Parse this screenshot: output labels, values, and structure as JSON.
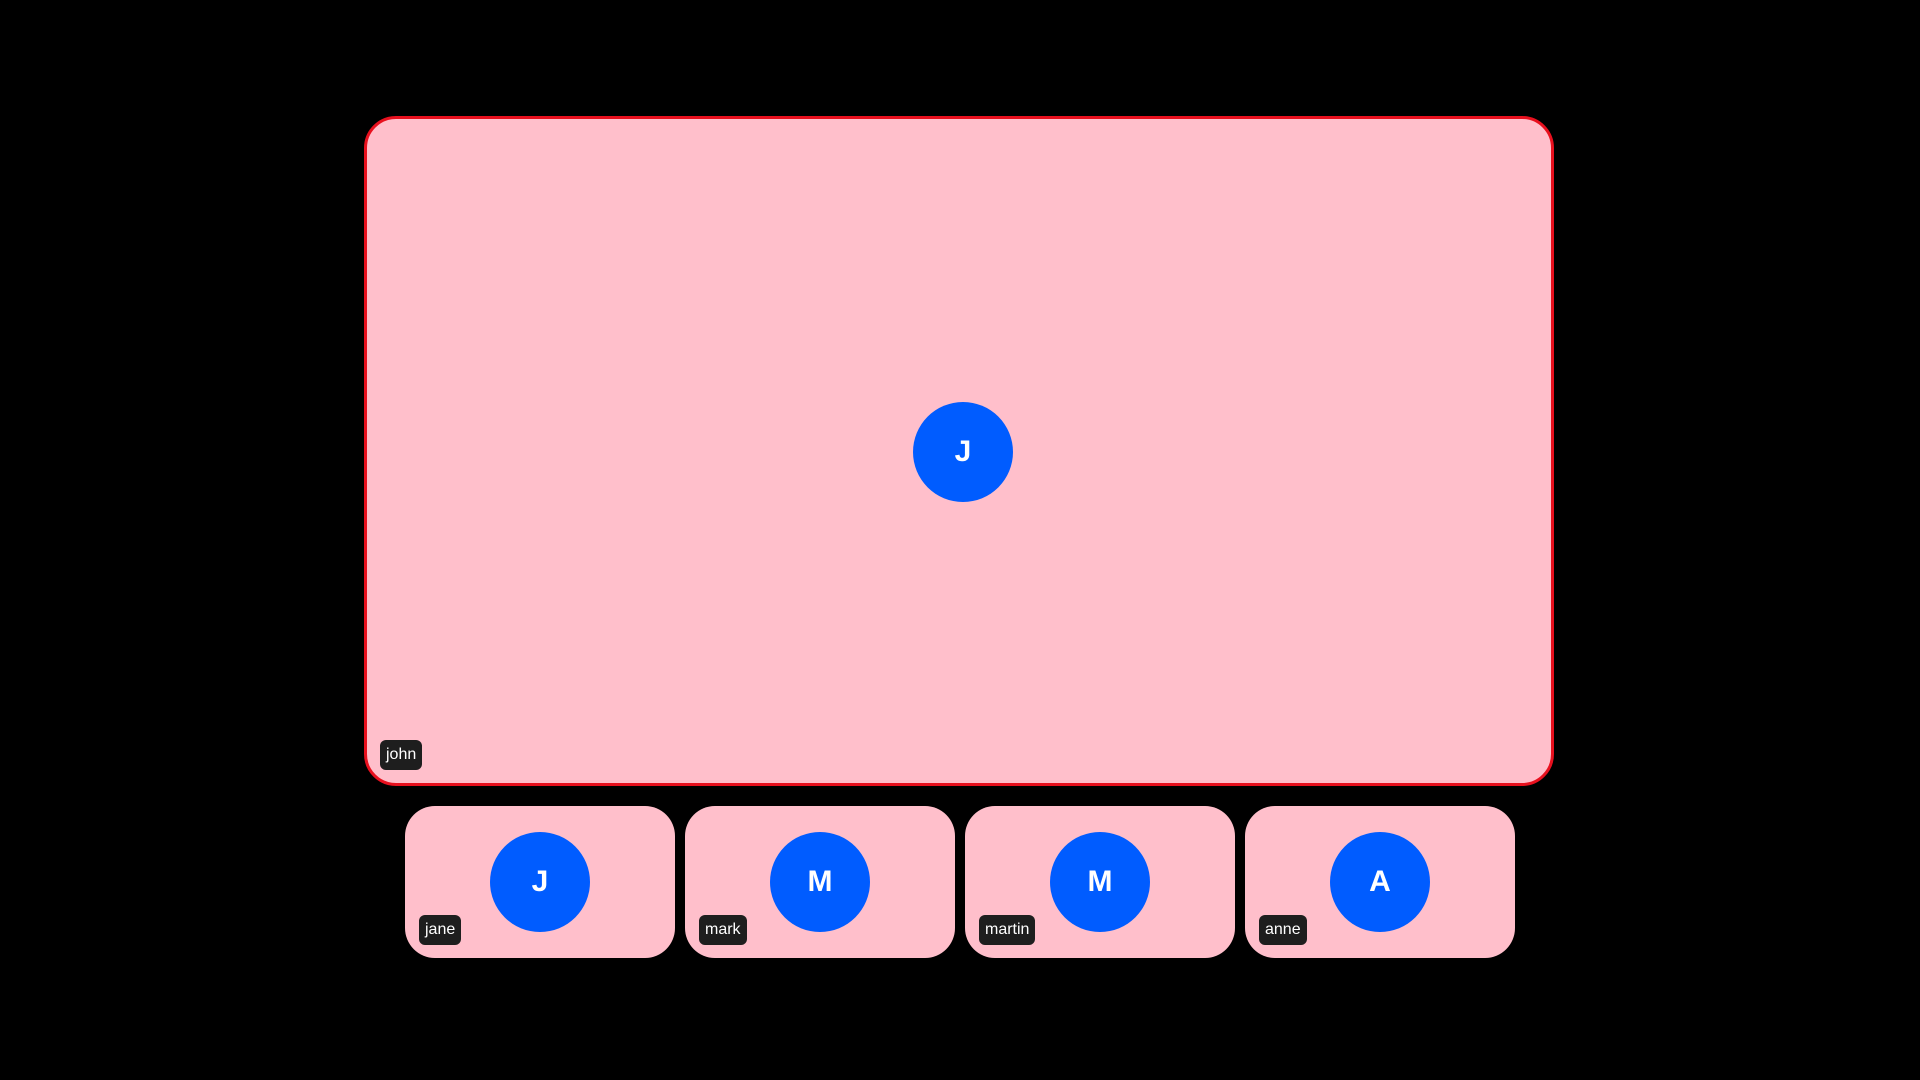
{
  "colors": {
    "background": "#000000",
    "tile_fill": "#FFBFCB",
    "active_speaker_border": "#E8101E",
    "avatar_fill": "#005CFF",
    "name_tag_fill": "#1E1E1E",
    "text": "#FFFFFF"
  },
  "main": {
    "initial": "J",
    "name": "john"
  },
  "participants": [
    {
      "initial": "J",
      "name": "jane"
    },
    {
      "initial": "M",
      "name": "mark"
    },
    {
      "initial": "M",
      "name": "martin"
    },
    {
      "initial": "A",
      "name": "anne"
    }
  ]
}
